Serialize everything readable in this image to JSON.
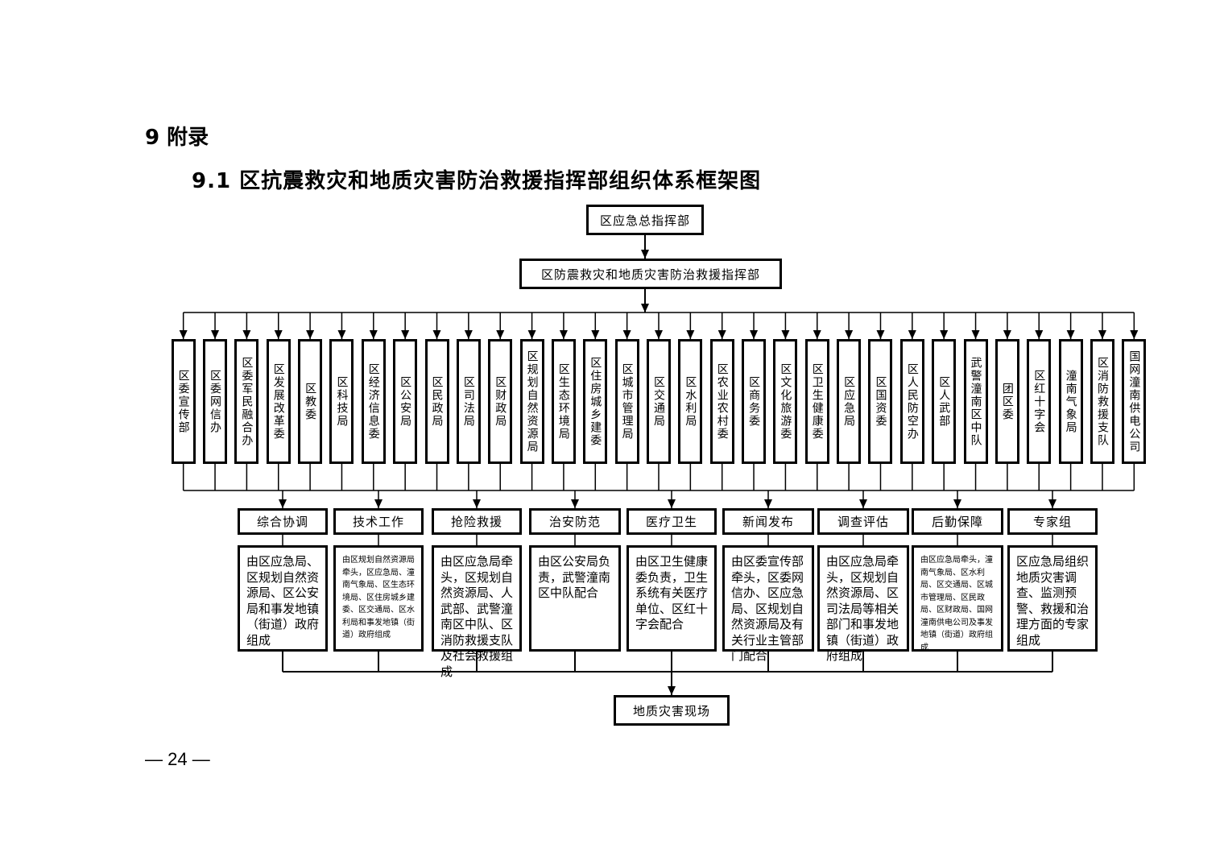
{
  "heading": {
    "section": "9 附录",
    "subsection": "9.1  区抗震救灾和地质灾害防治救援指挥部组织体系框架图"
  },
  "top": {
    "general": "区应急总指挥部",
    "command": "区防震救灾和地质灾害防治救援指挥部"
  },
  "departments": [
    "区委宣传部",
    "区委网信办",
    "区委军民融合办",
    "区发展改革委",
    "区教委",
    "区科技局",
    "区经济信息委",
    "区公安局",
    "区民政局",
    "区司法局",
    "区财政局",
    "区规划自然资源局",
    "区生态环境局",
    "区住房城乡建委",
    "区城市管理局",
    "区交通局",
    "区水利局",
    "区农业农村委",
    "区商务委",
    "区文化旅游委",
    "区卫生健康委",
    "区应急局",
    "区国资委",
    "区人民防空办",
    "区人武部",
    "武警潼南区中队",
    "团区委",
    "区红十字会",
    "潼南气象局",
    "区消防救援支队",
    "国网潼南供电公司"
  ],
  "groups": [
    {
      "title": "综合协调",
      "desc": "由区应急局、区规划自然资源局、区公安局和事发地镇（街道）政府组成"
    },
    {
      "title": "技术工作",
      "desc": "由区规划自然资源局牵头，区应急局、潼南气象局、区生态环境局、区住房城乡建委、区交通局、区水利局和事发地镇（街道）政府组成"
    },
    {
      "title": "抢险救援",
      "desc": "由区应急局牵头，区规划自然资源局、人武部、武警潼南区中队、区消防救援支队及社会救援组成"
    },
    {
      "title": "治安防范",
      "desc": "由区公安局负责，武警潼南区中队配合"
    },
    {
      "title": "医疗卫生",
      "desc": "由区卫生健康委负责，卫生系统有关医疗单位、区红十字会配合"
    },
    {
      "title": "新闻发布",
      "desc": "由区委宣传部牵头，区委网信办、区应急局、区规划自然资源局及有关行业主管部门配合"
    },
    {
      "title": "调查评估",
      "desc": "由区应急局牵头，区规划自然资源局、区司法局等相关部门和事发地镇（街道）政府组成"
    },
    {
      "title": "后勤保障",
      "desc": "由区应急局牵头，潼南气象局、区水利局、区交通局、区城市管理局、区民政局、区财政局、国网潼南供电公司及事发地镇（街道）政府组成"
    },
    {
      "title": "专家组",
      "desc": "区应急局组织地质灾害调查、监测预警、救援和治理方面的专家组成"
    }
  ],
  "bottom": "地质灾害现场",
  "page_number": "— 24 —"
}
